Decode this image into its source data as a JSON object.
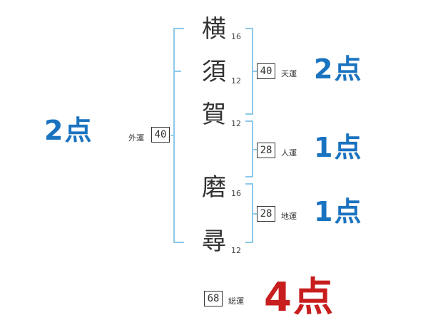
{
  "surname": [
    {
      "char": "横",
      "strokes": "16"
    },
    {
      "char": "須",
      "strokes": "12"
    },
    {
      "char": "賀",
      "strokes": "12"
    }
  ],
  "given_name": [
    {
      "char": "磨",
      "strokes": "16"
    },
    {
      "char": "尋",
      "strokes": "12"
    }
  ],
  "tenkaku": {
    "value": "40",
    "label": "天運",
    "score": "2点"
  },
  "jinkaku": {
    "value": "28",
    "label": "人運",
    "score": "1点"
  },
  "chikaku": {
    "value": "28",
    "label": "地運",
    "score": "1点"
  },
  "gaikaku": {
    "value": "40",
    "label": "外運",
    "score": "2点"
  },
  "soukaku": {
    "value": "68",
    "label": "総運",
    "score": "4点"
  },
  "colors": {
    "bracket": "#8ec9ea",
    "score_blue": "#1a73c0",
    "score_red": "#c81e1e"
  }
}
